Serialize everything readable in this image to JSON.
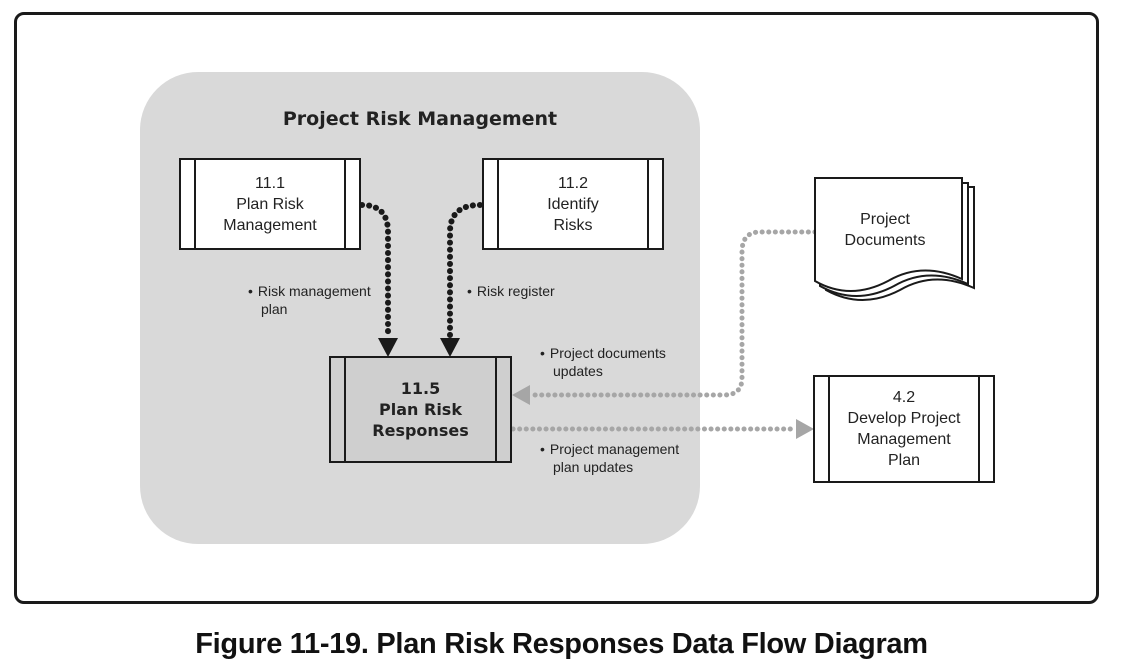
{
  "region": {
    "title": "Project Risk Management"
  },
  "processes": {
    "p11_1": {
      "number": "11.1",
      "line1": "Plan Risk",
      "line2": "Management"
    },
    "p11_2": {
      "number": "11.2",
      "line1": "Identify",
      "line2": "Risks"
    },
    "p11_5": {
      "number": "11.5",
      "line1": "Plan Risk",
      "line2": "Responses"
    },
    "p4_2": {
      "number": "4.2",
      "line1": "Develop Project",
      "line2": "Management",
      "line3": "Plan"
    }
  },
  "document": {
    "line1": "Project",
    "line2": "Documents"
  },
  "flows": {
    "risk_mgmt_plan": {
      "bullet": "•",
      "line1": "Risk management",
      "line2": "plan"
    },
    "risk_register": {
      "bullet": "•",
      "line1": "Risk register"
    },
    "doc_updates": {
      "bullet": "•",
      "line1": "Project documents",
      "line2": "updates"
    },
    "pm_plan_updates": {
      "bullet": "•",
      "line1": "Project management",
      "line2": "plan updates"
    }
  },
  "colors": {
    "region_fill": "#d9d9d9",
    "main_process_fill": "#cfcfcf",
    "dotted_gray": "#a6a6a6",
    "dotted_black": "#1a1a1a"
  },
  "caption": "Figure 11-19. Plan Risk Responses Data Flow Diagram"
}
